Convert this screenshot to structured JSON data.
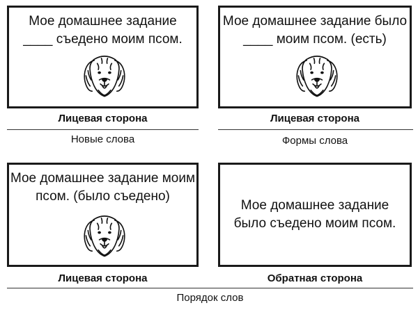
{
  "cards": [
    {
      "line1": "Мое домашнее задание",
      "line2": "____ съедено моим псом.",
      "side": "Лицевая сторона",
      "has_dog": true
    },
    {
      "line1": "Мое домашнее задание было",
      "line2": "____ моим псом. (есть)",
      "side": "Лицевая сторона",
      "has_dog": true
    },
    {
      "line1": "Мое домашнее задание моим",
      "line2": "псом. (было съедено)",
      "side": "Лицевая сторона",
      "has_dog": true
    },
    {
      "line1": "Мое домашнее задание",
      "line2": "было съедено моим псом.",
      "side": "Обратная сторона",
      "has_dog": false
    }
  ],
  "captions": {
    "top_left": "Новые слова",
    "top_right": "Формы слова",
    "bottom": "Порядок слов"
  },
  "icons": {
    "dog": "dog-head-icon"
  }
}
